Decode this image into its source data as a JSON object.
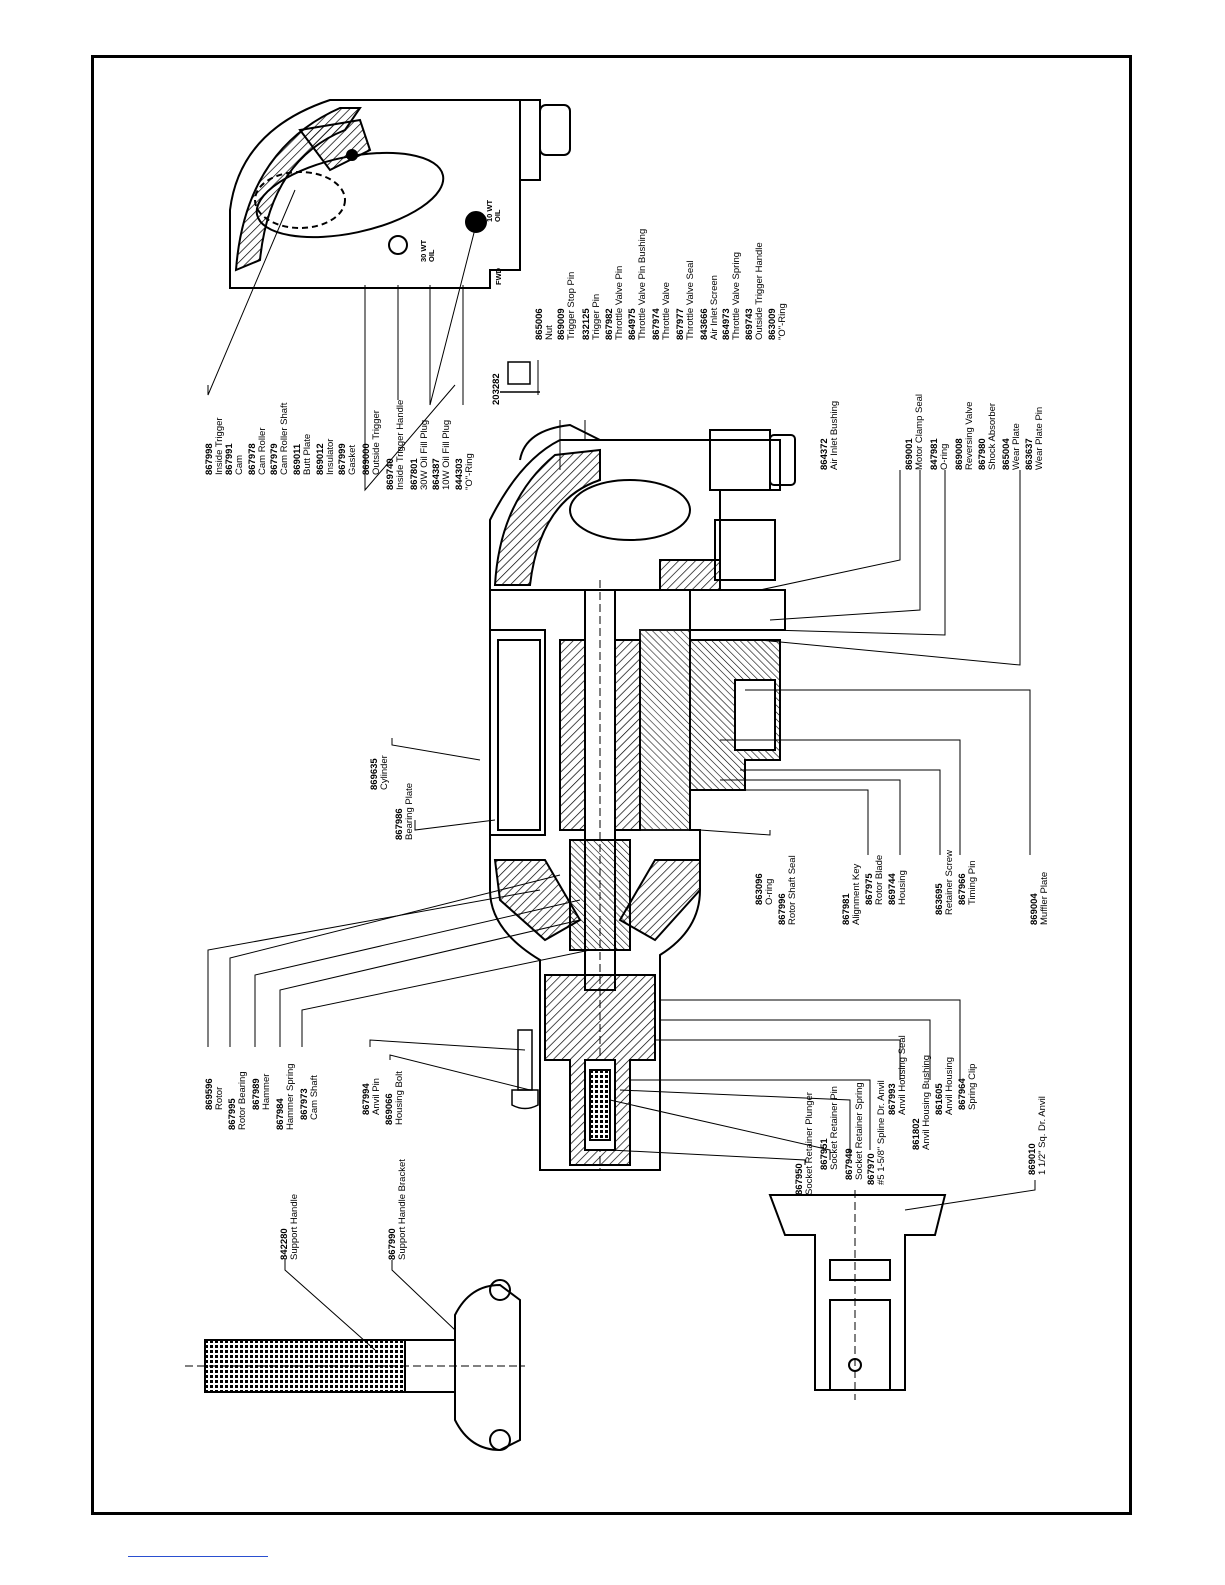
{
  "labels": [
    {
      "id": "867998",
      "pn": "867998",
      "nm": "Inside Trigger"
    },
    {
      "id": "867991",
      "pn": "867991",
      "nm": "Cam"
    },
    {
      "id": "867978",
      "pn": "867978",
      "nm": "Cam Roller"
    },
    {
      "id": "867979",
      "pn": "867979",
      "nm": "Cam Roller Shaft"
    },
    {
      "id": "869011",
      "pn": "869011",
      "nm": "Butt Plate"
    },
    {
      "id": "869012",
      "pn": "869012",
      "nm": "Insulator"
    },
    {
      "id": "867999",
      "pn": "867999",
      "nm": "Gasket"
    },
    {
      "id": "869000",
      "pn": "869000",
      "nm": "Outside Trigger"
    },
    {
      "id": "869740",
      "pn": "869740",
      "nm": "Inside Trigger Handle"
    },
    {
      "id": "867801",
      "pn": "867801",
      "nm": "30W Oil Fill Plug"
    },
    {
      "id": "864387",
      "pn": "864387",
      "nm": "10W Oil Fill Plug"
    },
    {
      "id": "844303",
      "pn": "844303",
      "nm": "\"O\"-Ring"
    },
    {
      "id": "203282",
      "pn": "203282",
      "nm": ""
    },
    {
      "id": "865006",
      "pn": "865006",
      "nm": "Nut"
    },
    {
      "id": "869009",
      "pn": "869009",
      "nm": "Trigger Stop Pin"
    },
    {
      "id": "832125",
      "pn": "832125",
      "nm": "Trigger Pin"
    },
    {
      "id": "867982",
      "pn": "867982",
      "nm": "Throttle Valve Pin"
    },
    {
      "id": "864975",
      "pn": "864975",
      "nm": "Throttle Valve Pin Bushing"
    },
    {
      "id": "867974",
      "pn": "867974",
      "nm": "Throttle Valve"
    },
    {
      "id": "867977",
      "pn": "867977",
      "nm": "Throttle Valve Seal"
    },
    {
      "id": "843666",
      "pn": "843666",
      "nm": "Air Inlet Screen"
    },
    {
      "id": "864973",
      "pn": "864973",
      "nm": "Throttle Valve Spring"
    },
    {
      "id": "869743",
      "pn": "869743",
      "nm": "Outside Trigger Handle"
    },
    {
      "id": "863009",
      "pn": "863009",
      "nm": "\"O\"-Ring"
    },
    {
      "id": "864372",
      "pn": "864372",
      "nm": "Air Inlet Bushing"
    },
    {
      "id": "869001",
      "pn": "869001",
      "nm": "Motor Clamp Seal"
    },
    {
      "id": "847981",
      "pn": "847981",
      "nm": "O-ring"
    },
    {
      "id": "869008",
      "pn": "869008",
      "nm": "Reversing Valve"
    },
    {
      "id": "867980",
      "pn": "867980",
      "nm": "Shock Absorber"
    },
    {
      "id": "865004",
      "pn": "865004",
      "nm": "Wear Plate"
    },
    {
      "id": "863637",
      "pn": "863637",
      "nm": "Wear Plate Pin"
    },
    {
      "id": "869635",
      "pn": "869635",
      "nm": "Cylinder"
    },
    {
      "id": "867986",
      "pn": "867986",
      "nm": "Bearing Plate"
    },
    {
      "id": "863096",
      "pn": "863096",
      "nm": "O-ring"
    },
    {
      "id": "867996",
      "pn": "867996",
      "nm": "Rotor Shaft Seal"
    },
    {
      "id": "867981b",
      "pn": "867981",
      "nm": "Alignment Key"
    },
    {
      "id": "867975",
      "pn": "867975",
      "nm": "Rotor Blade"
    },
    {
      "id": "869744",
      "pn": "869744",
      "nm": "Housing"
    },
    {
      "id": "863695",
      "pn": "863695",
      "nm": "Retainer Screw"
    },
    {
      "id": "867966",
      "pn": "867966",
      "nm": "Timing Pin"
    },
    {
      "id": "869004",
      "pn": "869004",
      "nm": "Muffler Plate"
    },
    {
      "id": "869596",
      "pn": "869596",
      "nm": "Rotor"
    },
    {
      "id": "867995",
      "pn": "867995",
      "nm": "Rotor Bearing"
    },
    {
      "id": "867989",
      "pn": "867989",
      "nm": "Hammer"
    },
    {
      "id": "867984",
      "pn": "867984",
      "nm": "Hammer Spring"
    },
    {
      "id": "867973",
      "pn": "867973",
      "nm": "Cam Shaft"
    },
    {
      "id": "867994",
      "pn": "867994",
      "nm": "Anvil Pin"
    },
    {
      "id": "869066",
      "pn": "869066",
      "nm": "Housing Bolt"
    },
    {
      "id": "867950",
      "pn": "867950",
      "nm": "Socket Retainer Plunger"
    },
    {
      "id": "867951",
      "pn": "867951",
      "nm": "Socket Retainer Pin"
    },
    {
      "id": "867949",
      "pn": "867949",
      "nm": "Socket Retainer Spring"
    },
    {
      "id": "867970",
      "pn": "867970",
      "nm": "#5 1-5/8\" Spline Dr. Anvil"
    },
    {
      "id": "867993",
      "pn": "867993",
      "nm": "Anvil Housing Seal"
    },
    {
      "id": "861802",
      "pn": "861802",
      "nm": "Anvil Housing Bushing"
    },
    {
      "id": "861605",
      "pn": "861605",
      "nm": "Anvil Housing"
    },
    {
      "id": "867964",
      "pn": "867964",
      "nm": "Spring Clip"
    },
    {
      "id": "869010",
      "pn": "869010",
      "nm": "1 1/2\" Sq. Dr. Anvil"
    },
    {
      "id": "842280",
      "pn": "842280",
      "nm": "Support Handle"
    },
    {
      "id": "867990",
      "pn": "867990",
      "nm": "Support Handle Bracket"
    }
  ],
  "inset_marks": {
    "oil_30": "30 WT\nOIL",
    "oil_10": "10 WT\nOIL",
    "fwd": "FWD"
  }
}
